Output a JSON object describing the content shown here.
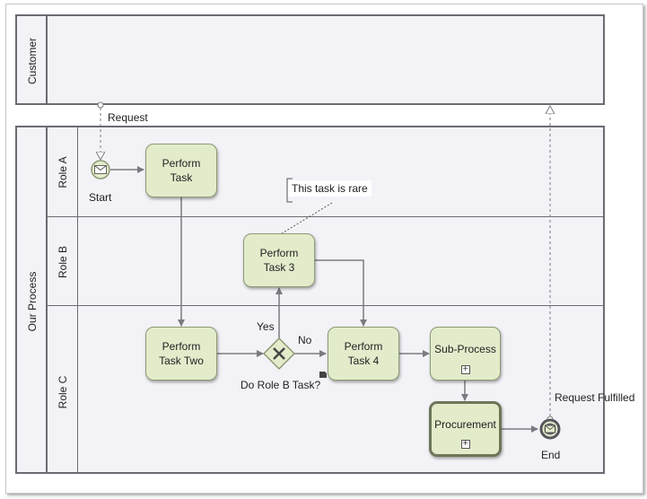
{
  "pools": {
    "customer": {
      "label": "Customer"
    },
    "process": {
      "label": "Our Process",
      "lanes": [
        {
          "label": "Role A"
        },
        {
          "label": "Role B"
        },
        {
          "label": "Role C"
        }
      ]
    }
  },
  "events": {
    "start": {
      "label": "Start",
      "icon": "envelope-icon"
    },
    "end": {
      "label": "End",
      "icon": "envelope-icon"
    }
  },
  "tasks": {
    "perform_task": "Perform\nTask",
    "perform_task_two": "Perform\nTask Two",
    "perform_task_3": "Perform\nTask 3",
    "perform_task_4": "Perform\nTask 4",
    "sub_process": "Sub-Process",
    "procurement": "Procurement"
  },
  "gateway": {
    "label": "Do Role B Task?",
    "yes": "Yes",
    "no": "No"
  },
  "messages": {
    "request": "Request",
    "request_fulfilled": "Request Fulfilled"
  },
  "annotation": {
    "text": "This task is rare"
  },
  "colors": {
    "task_fill": "#e2eccb",
    "pool_fill": "#f3f3f7",
    "border": "#6b6b73",
    "flow": "#7a7a80"
  }
}
